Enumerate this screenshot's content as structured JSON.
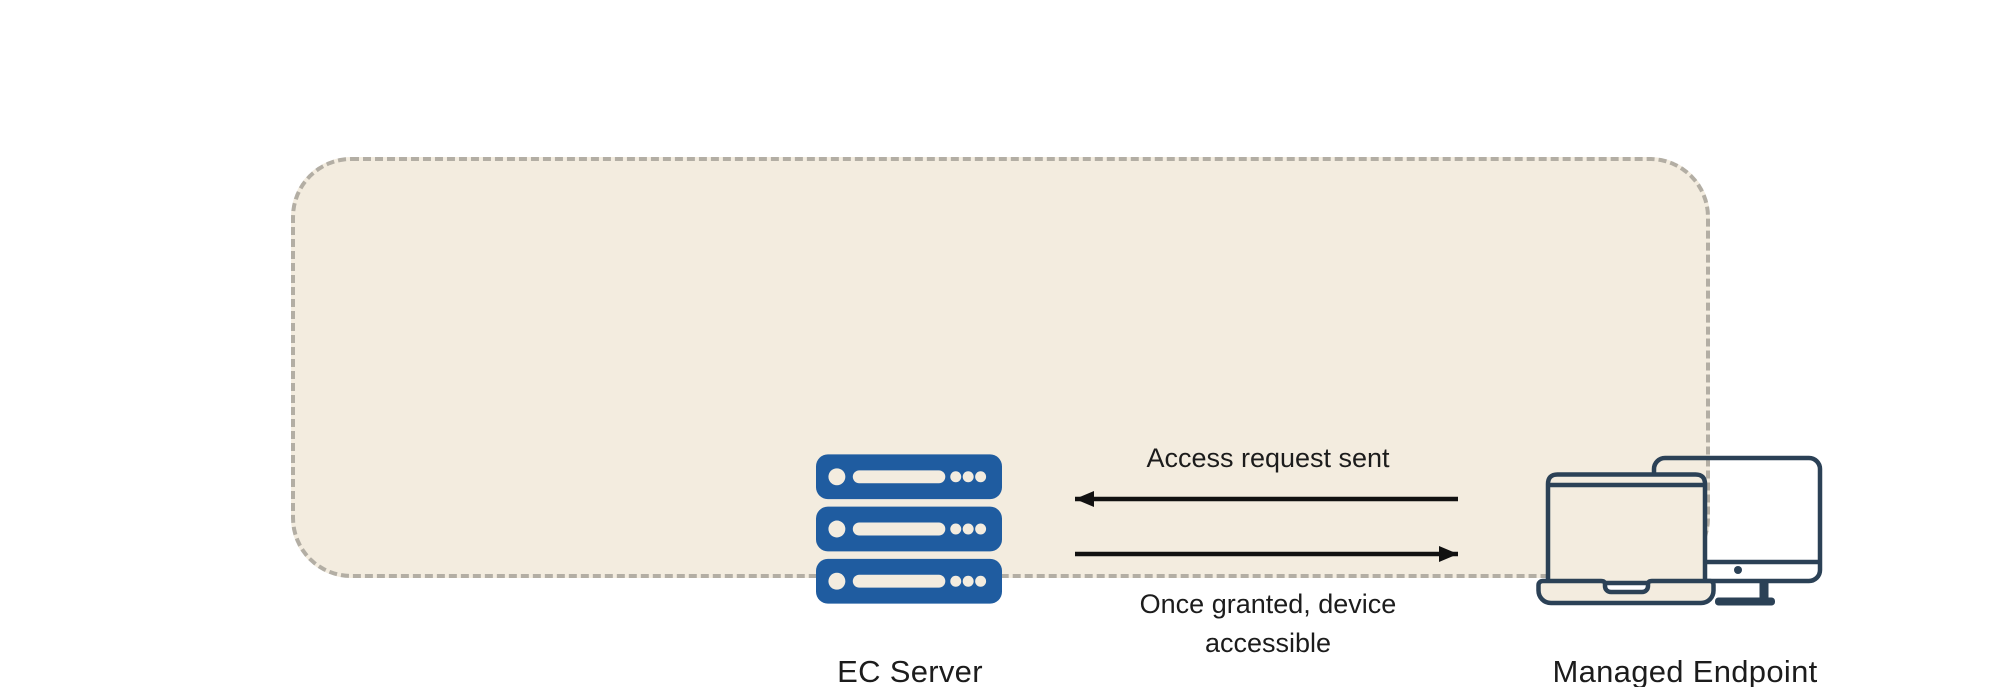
{
  "colors": {
    "page_bg": "#ffffff",
    "panel_bg": "#f3ecdf",
    "panel_border": "#b3aea4",
    "server_blue": "#1f5ca0",
    "endpoint_navy": "#2b4156",
    "arrow_color": "#111111",
    "text_color": "#1c1c1c"
  },
  "nodes": {
    "server": {
      "label": "EC Server",
      "icon": "server-stack-icon"
    },
    "endpoint": {
      "label": "Managed Endpoint",
      "icon": "laptop-and-monitor-icon"
    }
  },
  "flows": {
    "request": {
      "label": "Access request sent",
      "direction": "endpoint-to-server"
    },
    "grant": {
      "lines": [
        "Once granted, device",
        "accessible"
      ],
      "direction": "server-to-endpoint"
    }
  }
}
